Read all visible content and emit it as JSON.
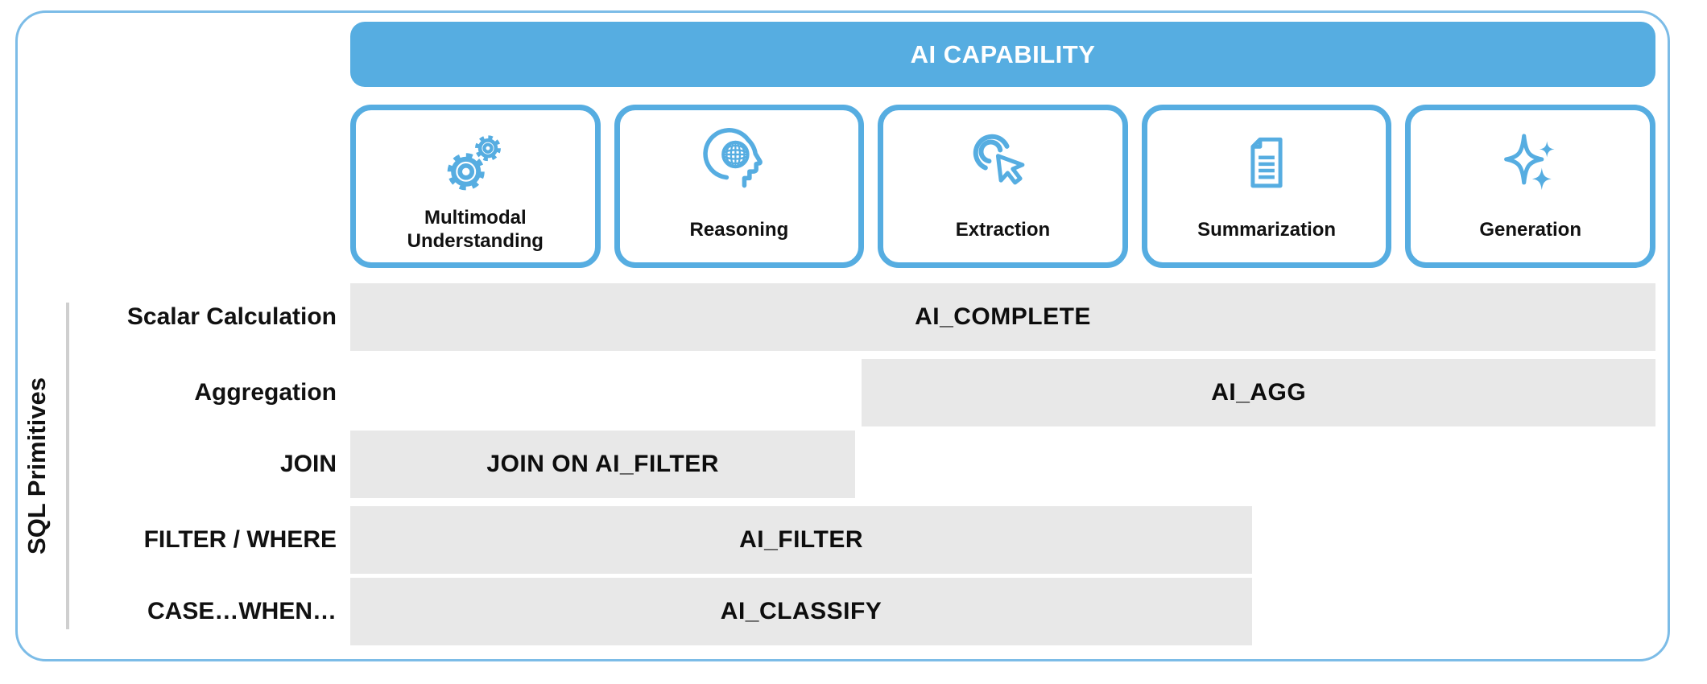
{
  "header": {
    "title": "AI CAPABILITY"
  },
  "capability_cards": [
    {
      "label": "Multimodal Understanding",
      "icon": "gears-icon"
    },
    {
      "label": "Reasoning",
      "icon": "head-globe-icon"
    },
    {
      "label": "Extraction",
      "icon": "cursor-click-icon"
    },
    {
      "label": "Summarization",
      "icon": "document-icon"
    },
    {
      "label": "Generation",
      "icon": "sparkles-icon"
    }
  ],
  "sql_axis": {
    "label": "SQL Primitives"
  },
  "rows": [
    {
      "label": "Scalar Calculation",
      "bar_label": "AI_COMPLETE",
      "span": {
        "start_pct": 0,
        "end_pct": 100
      }
    },
    {
      "label": "Aggregation",
      "bar_label": "AI_AGG",
      "span": {
        "start_pct": 39.2,
        "end_pct": 100
      }
    },
    {
      "label": "JOIN",
      "bar_label": "JOIN ON AI_FILTER",
      "span": {
        "start_pct": 0,
        "end_pct": 38.7
      }
    },
    {
      "label": "FILTER / WHERE",
      "bar_label": "AI_FILTER",
      "span": {
        "start_pct": 0,
        "end_pct": 69.1
      }
    },
    {
      "label": "CASE…WHEN…",
      "bar_label": "AI_CLASSIFY",
      "span": {
        "start_pct": 0,
        "end_pct": 69.1
      }
    }
  ],
  "colors": {
    "accent_blue": "#56ade1",
    "frame_blue": "#7cbce7",
    "bar_gray": "#e8e8e8",
    "bracket_gray": "#cfcfcf",
    "text_black": "#111111",
    "header_text": "#ffffff"
  }
}
